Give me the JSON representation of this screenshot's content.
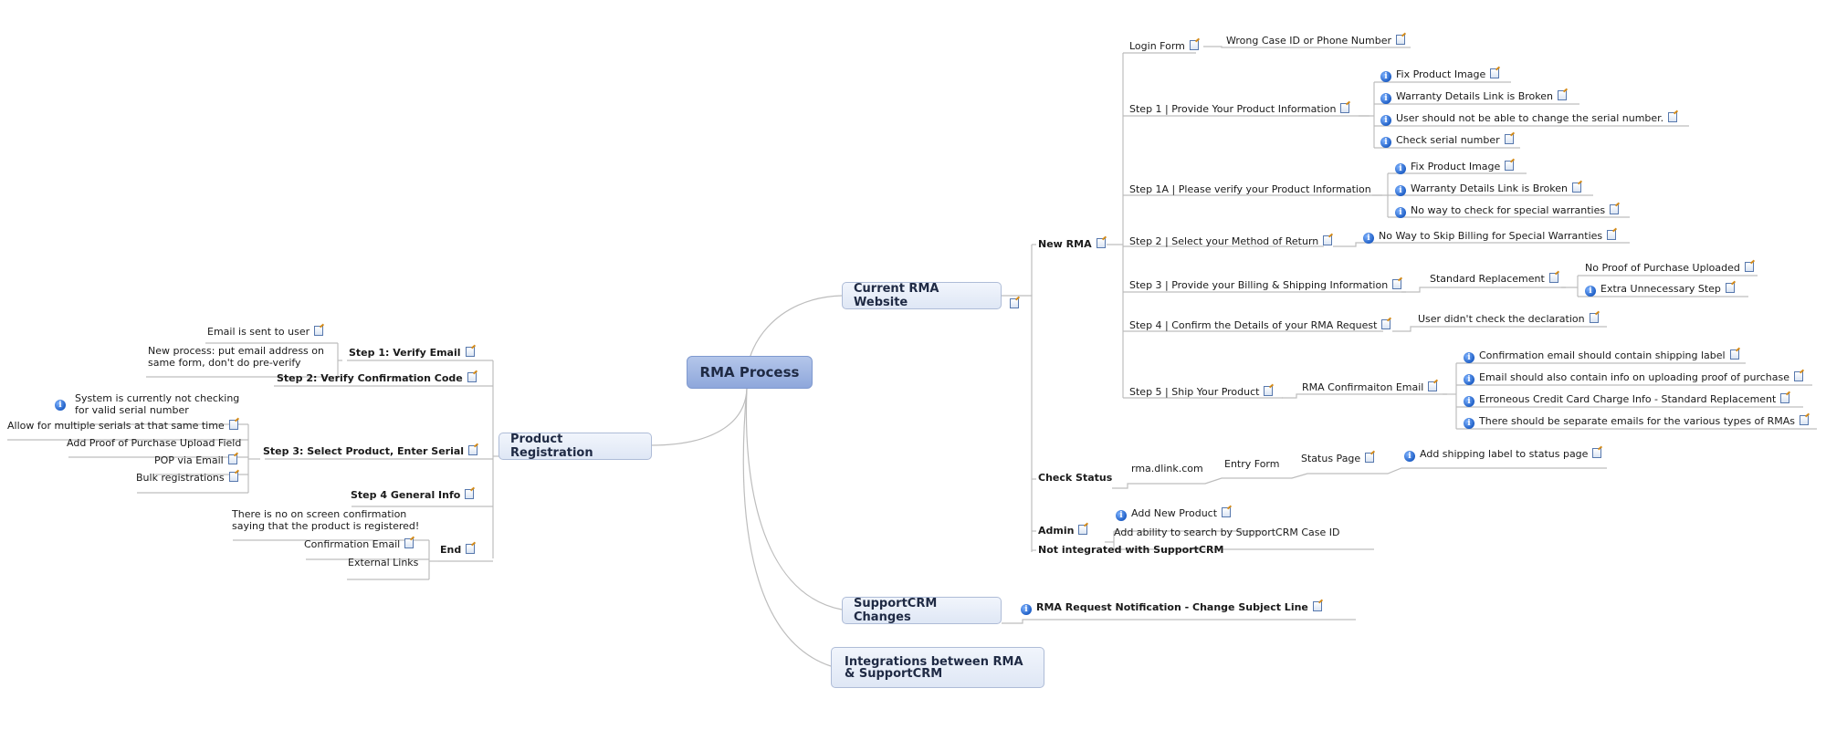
{
  "center": {
    "label": "RMA Process"
  },
  "current_rma_website": {
    "label": "Current RMA Website",
    "new_rma": {
      "label": "New RMA",
      "login_form": {
        "label": "Login Form",
        "issue": "Wrong Case ID or Phone Number"
      },
      "step1": {
        "label": "Step 1 | Provide Your Product Information",
        "issues": [
          "Fix Product Image",
          "Warranty Details Link is Broken",
          "User should not be able to change the serial number.",
          "Check serial number"
        ]
      },
      "step1a": {
        "label": "Step 1A | Please verify your Product Information",
        "issues": [
          "Fix Product Image",
          "Warranty Details Link is Broken",
          "No way to check for special warranties"
        ]
      },
      "step2": {
        "label": "Step 2 | Select your Method of Return",
        "issue": "No Way to Skip Billing for Special Warranties"
      },
      "step3": {
        "label": "Step 3 | Provide your Billing & Shipping Information",
        "child": "Standard Replacement",
        "issues": [
          "No Proof of Purchase Uploaded",
          "Extra Unnecessary Step"
        ]
      },
      "step4": {
        "label": "Step 4 | Confirm the Details of your RMA Request",
        "issue": "User didn't check the declaration"
      },
      "step5": {
        "label": "Step 5 | Ship Your Product",
        "child": "RMA Confirmaiton Email",
        "issues": [
          "Confirmation email should contain shipping label",
          "Email should also contain info on uploading proof of purchase",
          "Erroneous Credit Card Charge Info - Standard Replacement",
          "There should be separate emails for the various types of RMAs"
        ]
      }
    },
    "check_status": {
      "label": "Check Status",
      "site": "rma.dlink.com",
      "entry_form": "Entry Form",
      "status_page": "Status Page",
      "issue": "Add shipping label to status page"
    },
    "admin": {
      "label": "Admin",
      "items": [
        "Add New Product",
        "Add ability to search by SupportCRM Case ID"
      ]
    },
    "not_integrated": "Not integrated with SupportCRM"
  },
  "supportcrm_changes": {
    "label": "SupportCRM Changes",
    "item": "RMA Request Notification - Change Subject Line"
  },
  "integrations": {
    "label": "Integrations between RMA & SupportCRM"
  },
  "product_registration": {
    "label": "Product Registration",
    "step1": {
      "label": "Step 1: Verify Email",
      "items": [
        "Email is sent to user",
        "New process: put email address on same form, don't do pre-verify"
      ]
    },
    "step2": {
      "label": "Step 2: Verify Confirmation Code"
    },
    "step3": {
      "label": "Step 3: Select Product, Enter Serial",
      "items": [
        "System is currently not checking for valid serial number",
        "Allow for multiple serials at that same time",
        "Add Proof of Purchase Upload Field",
        "POP via Email",
        "Bulk registrations"
      ]
    },
    "step4": {
      "label": "Step 4 General Info"
    },
    "end": {
      "label": "End",
      "items": [
        "There is no on screen confirmation saying that the product is registered!",
        "Confirmation Email",
        "External Links"
      ]
    }
  },
  "colors": {
    "center_fill": "#9ab0e0",
    "main_fill": "#e6ecf8",
    "connector": "#b8b8b8",
    "info_icon": "#1f5fc6"
  }
}
